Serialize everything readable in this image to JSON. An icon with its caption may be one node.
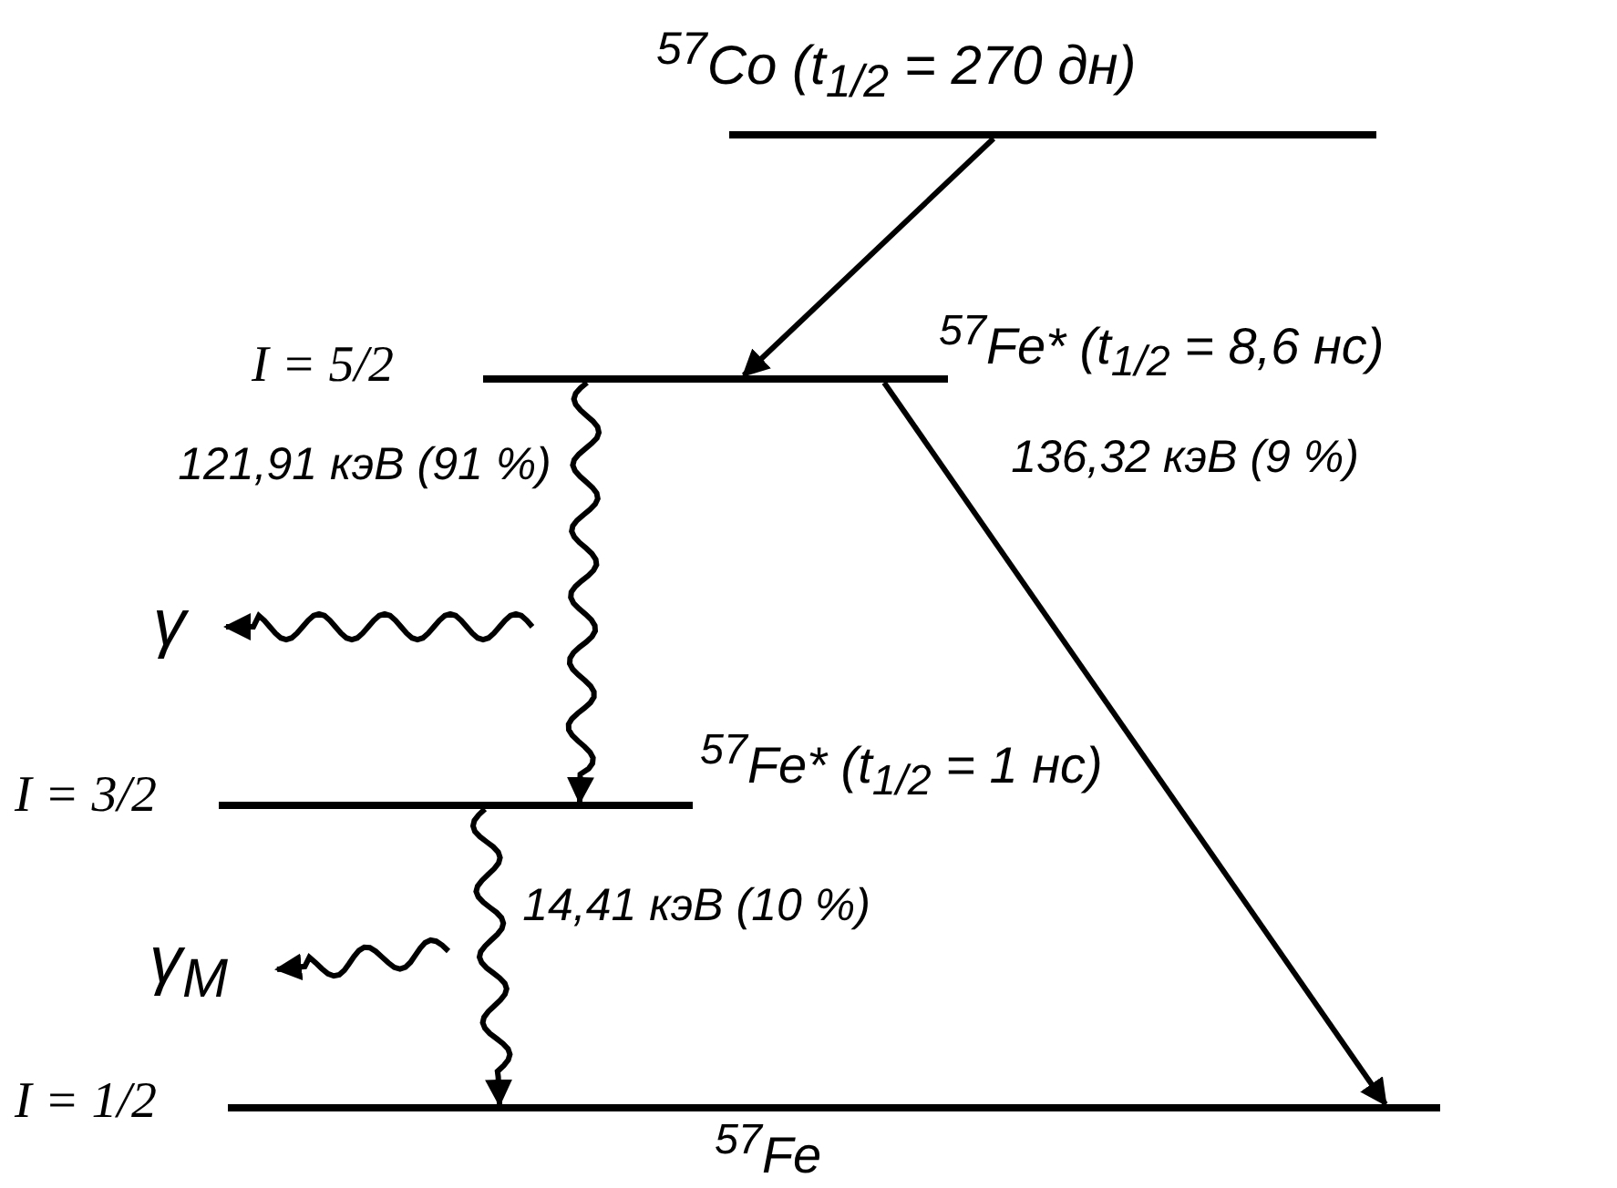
{
  "diagram": {
    "nodes": [
      {
        "text": [
          "$^{57}$Co (t$_{1/2}$ = 270 дн)"
        ]
      },
      {
        "text": [
          "$^{57}$Fe* (t$_{1/2}$ = 8,6 нс)"
        ],
        "beside": [
          "I = 5/2"
        ]
      },
      {
        "text": [
          "$^{57}$Fe* (t$_{1/2}$ = 1 нс)"
        ],
        "beside": [
          "I = 3/2"
        ]
      },
      {
        "text": [
          "$^{57}$Fe"
        ],
        "beside": [
          "I = 1/2"
        ]
      },
      {
        "text": [
          "γ"
        ]
      },
      {
        "text": [
          "γ$_{M}$"
        ]
      }
    ],
    "edges": [
      {
        "from": 0,
        "to": 1,
        "arrow": "to"
      },
      {
        "from": 1,
        "to": 2,
        "arrow": "to",
        "label": "121,91 кэВ (91 %)"
      },
      {
        "from": 1,
        "to": 3,
        "arrow": "to",
        "label": "136,32 кэВ (9 %)"
      },
      {
        "from": 2,
        "to": 3,
        "arrow": "to",
        "label": "14,41 кэВ (10 %)"
      },
      {
        "from": null,
        "to": 4,
        "arrow": "to"
      },
      {
        "from": null,
        "to": 5,
        "arrow": "to"
      }
    ]
  }
}
